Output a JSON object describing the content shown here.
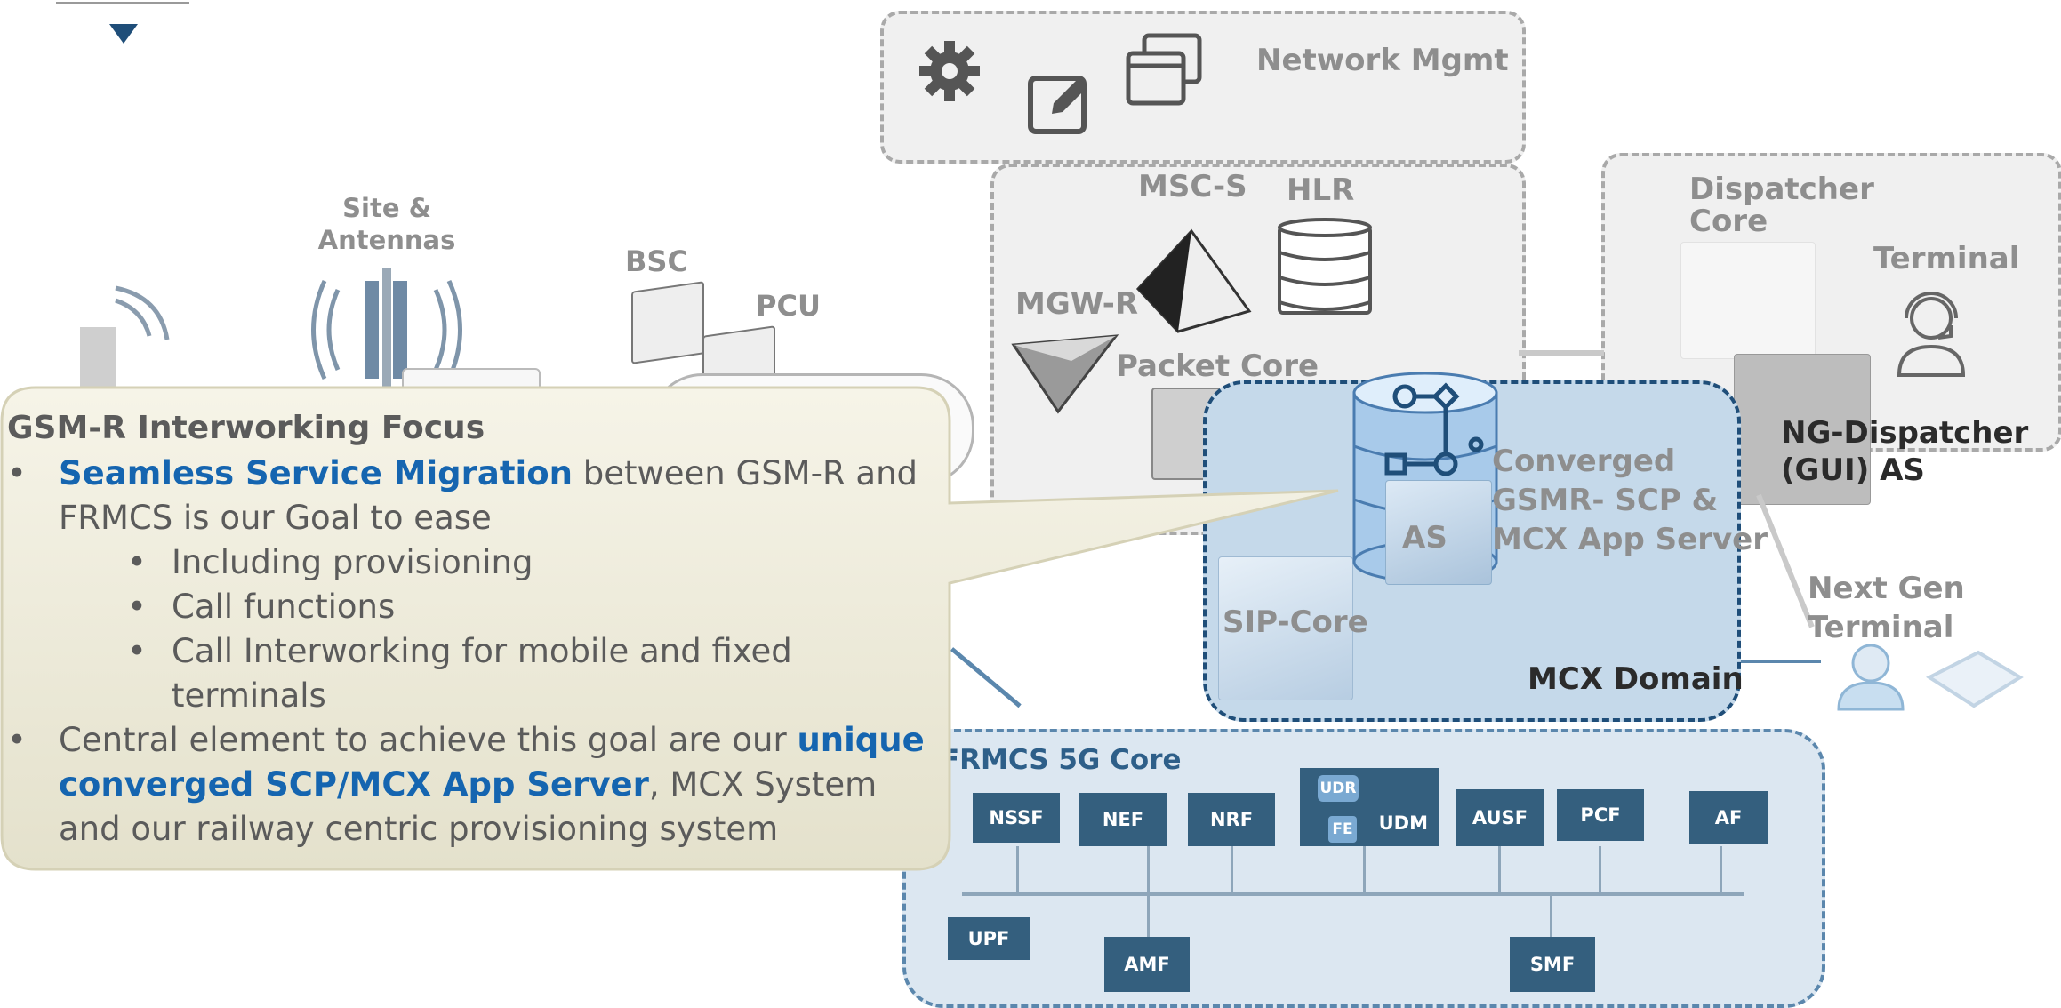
{
  "top_marker": {
    "icon": "triangle-down-icon",
    "color": "#1f4e79"
  },
  "network_mgmt": {
    "label": "Network Mgmt",
    "icons": [
      "gear-icon",
      "edit-icon",
      "windows-icon"
    ]
  },
  "gsmr_core": {
    "msc_s": "MSC-S",
    "hlr": "HLR",
    "mgw_r": "MGW-R",
    "packet_core": "Packet Core"
  },
  "radio": {
    "site_antennas": "Site &\nAntennas",
    "bsc": "BSC",
    "pcu": "PCU"
  },
  "dispatcher": {
    "core": "Dispatcher\nCore",
    "terminal": "Terminal",
    "ng_dispatcher": "NG-Dispatcher\n(GUI) AS"
  },
  "next_gen_terminal": "Next Gen\nTerminal",
  "mcx": {
    "converged": "Converged\nGSMR- SCP &\nMCX App Server",
    "as_label": "AS",
    "sip_core": "SIP-Core",
    "domain": "MCX Domain"
  },
  "frmcs": {
    "title": "FRMCS 5G Core",
    "functions_top": [
      "NSSF",
      "NEF",
      "NRF",
      "AUSF",
      "PCF",
      "AF"
    ],
    "udm": {
      "label": "UDM",
      "udr": "UDR",
      "fe": "FE"
    },
    "functions_bottom": [
      "UPF",
      "AMF",
      "SMF"
    ]
  },
  "callout": {
    "heading": "GSM-R Interworking Focus",
    "b1_highlight": "Seamless Service Migration",
    "b1_rest": " between GSM-R and FRMCS is our Goal to ease",
    "sub": [
      "Including provisioning",
      "Call functions",
      "Call Interworking for mobile and fixed terminals"
    ],
    "b2_pre": "Central element to achieve this goal are our ",
    "b2_highlight": "unique converged SCP/MCX App Server",
    "b2_post": ", MCX System and our railway centric provisioning system"
  },
  "colors": {
    "accent": "#1565b0",
    "nf_box": "#345f7e",
    "mcx_fill": "#c5d9ea",
    "frmcs_fill": "#dce7f1",
    "dash_border": "#3d6c94"
  }
}
